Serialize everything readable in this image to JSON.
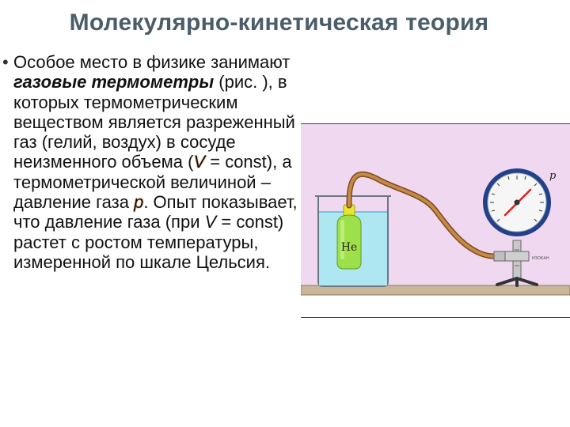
{
  "slide": {
    "title": "Молекулярно-кинетическая теория",
    "bullet_char": "•",
    "paragraph": {
      "t1": " Особое место в физике занимают ",
      "t2": "газовые термометры",
      "t3": " (рис. ), в которых термометрическим веществом является разреженный газ (гелий, воздух) в сосуде неизменного объема (",
      "t4": "V",
      "t5": " = const), а термометрической величиной – давление газа ",
      "t6": "p",
      "t7": ". Опыт показывает, что давление газа (при ",
      "t8": "V",
      "t9": " = const) растет с ростом температуры, измеренной по шкале Цельсия."
    }
  },
  "figure": {
    "gas_label": "He",
    "gauge_label": "p",
    "colors": {
      "background": "#f0d8f0",
      "table": "#c9b79a",
      "water": "#aee6f2",
      "bulb": "#9ee04a",
      "tube": "#a86a2e",
      "gauge_rim": "#23408c",
      "needle": "#e02020"
    }
  }
}
